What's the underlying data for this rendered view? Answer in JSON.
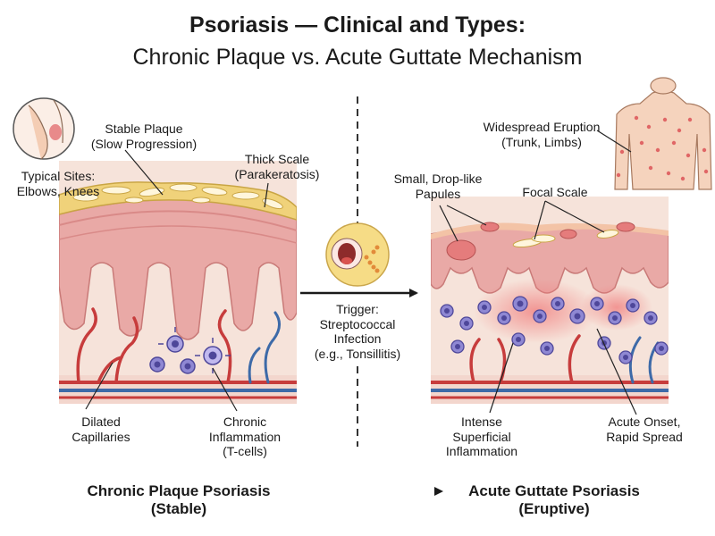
{
  "title": {
    "line1": "Psoriasis — Clinical and Types:",
    "line2": "Chronic Plaque vs. Acute Guttate Mechanism"
  },
  "left_panel": {
    "stable_plaque": [
      "Stable Plaque",
      "(Slow Progression)"
    ],
    "typical_sites": [
      "Typical Sites:",
      "Elbows, Knees"
    ],
    "thick_scale": [
      "Thick Scale",
      "(Parakeratosis)"
    ],
    "dilated_capillaries": [
      "Dilated",
      "Capillaries"
    ],
    "chronic_inflammation": [
      "Chronic",
      "Inflammation",
      "(T-cells)"
    ]
  },
  "middle": {
    "trigger": [
      "Trigger:",
      "Streptococcal",
      "Infection",
      "(e.g., Tonsillitis)"
    ]
  },
  "right_panel": {
    "widespread_eruption": [
      "Widespread Eruption",
      "(Trunk, Limbs)"
    ],
    "papules": [
      "Small, Drop-like",
      "Papules"
    ],
    "focal_scale": [
      "Focal Scale"
    ],
    "intense_inflammation": [
      "Intense",
      "Superficial",
      "Inflammation"
    ],
    "acute_onset": [
      "Acute Onset,",
      "Rapid Spread"
    ]
  },
  "footer": {
    "left": [
      "Chronic Plaque Psoriasis",
      "(Stable)"
    ],
    "right": [
      "Acute Guttate Psoriasis",
      "(Eruptive)"
    ]
  },
  "colors": {
    "dermis": "#f6e3da",
    "epidermis": "#e9a9a6",
    "scale": "#f0d27a",
    "artery": "#c73c3c",
    "vein": "#3d6aa8",
    "cell": "#6d63b8"
  }
}
